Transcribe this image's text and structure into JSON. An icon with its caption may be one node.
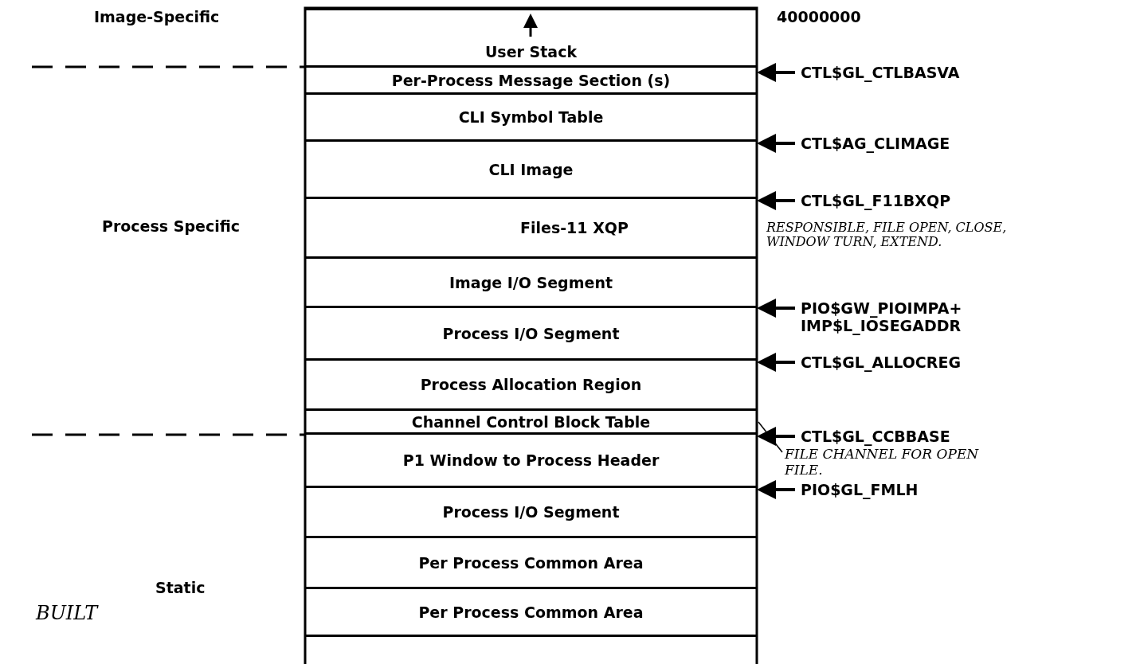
{
  "diagram": {
    "nodes": [
      {
        "text": [
          "User Stack"
        ]
      },
      {
        "text": [
          "Per-Process Message Section (s)"
        ]
      },
      {
        "text": [
          "CLI Symbol Table"
        ]
      },
      {
        "text": [
          "CLI Image"
        ]
      },
      {
        "text": [
          "Files-11 XQP"
        ],
        "beside": [
          "RESPONSIBLE, FILE OPEN, CLOSE, WINDOW TURN, EXTEND."
        ]
      },
      {
        "text": [
          "Image I/O Segment"
        ]
      },
      {
        "text": [
          "Process I/O Segment"
        ]
      },
      {
        "text": [
          "Process Allocation Region"
        ]
      },
      {
        "text": [
          "Channel Control Block Table"
        ]
      },
      {
        "text": [
          "P1 Window to Process Header"
        ]
      },
      {
        "text": [
          "Process I/O Segment"
        ]
      },
      {
        "text": [
          "Per Process Common Area"
        ]
      },
      {
        "text": [
          "Per Process Common Area"
        ]
      },
      {
        "text": [
          "FILE CHANNEL FOR OPEN FILE."
        ]
      }
    ],
    "edges": [
      {
        "from": 13,
        "to": 8,
        "arrow": "none"
      }
    ],
    "labels": [
      "Image-Specific",
      "40000000",
      "CTL$GL_CTLBASVA",
      "CTL$AG_CLIMAGE",
      "CTL$GL_F11BXQP",
      "Process Specific",
      "PIO$GW_PIOIMPA+ IMP$L_IOSEGADDR",
      "CTL$GL_ALLOCREG",
      "CTL$GL_CCBBASE",
      "PIO$GL_FMLH",
      "Static",
      "BUILT"
    ]
  }
}
